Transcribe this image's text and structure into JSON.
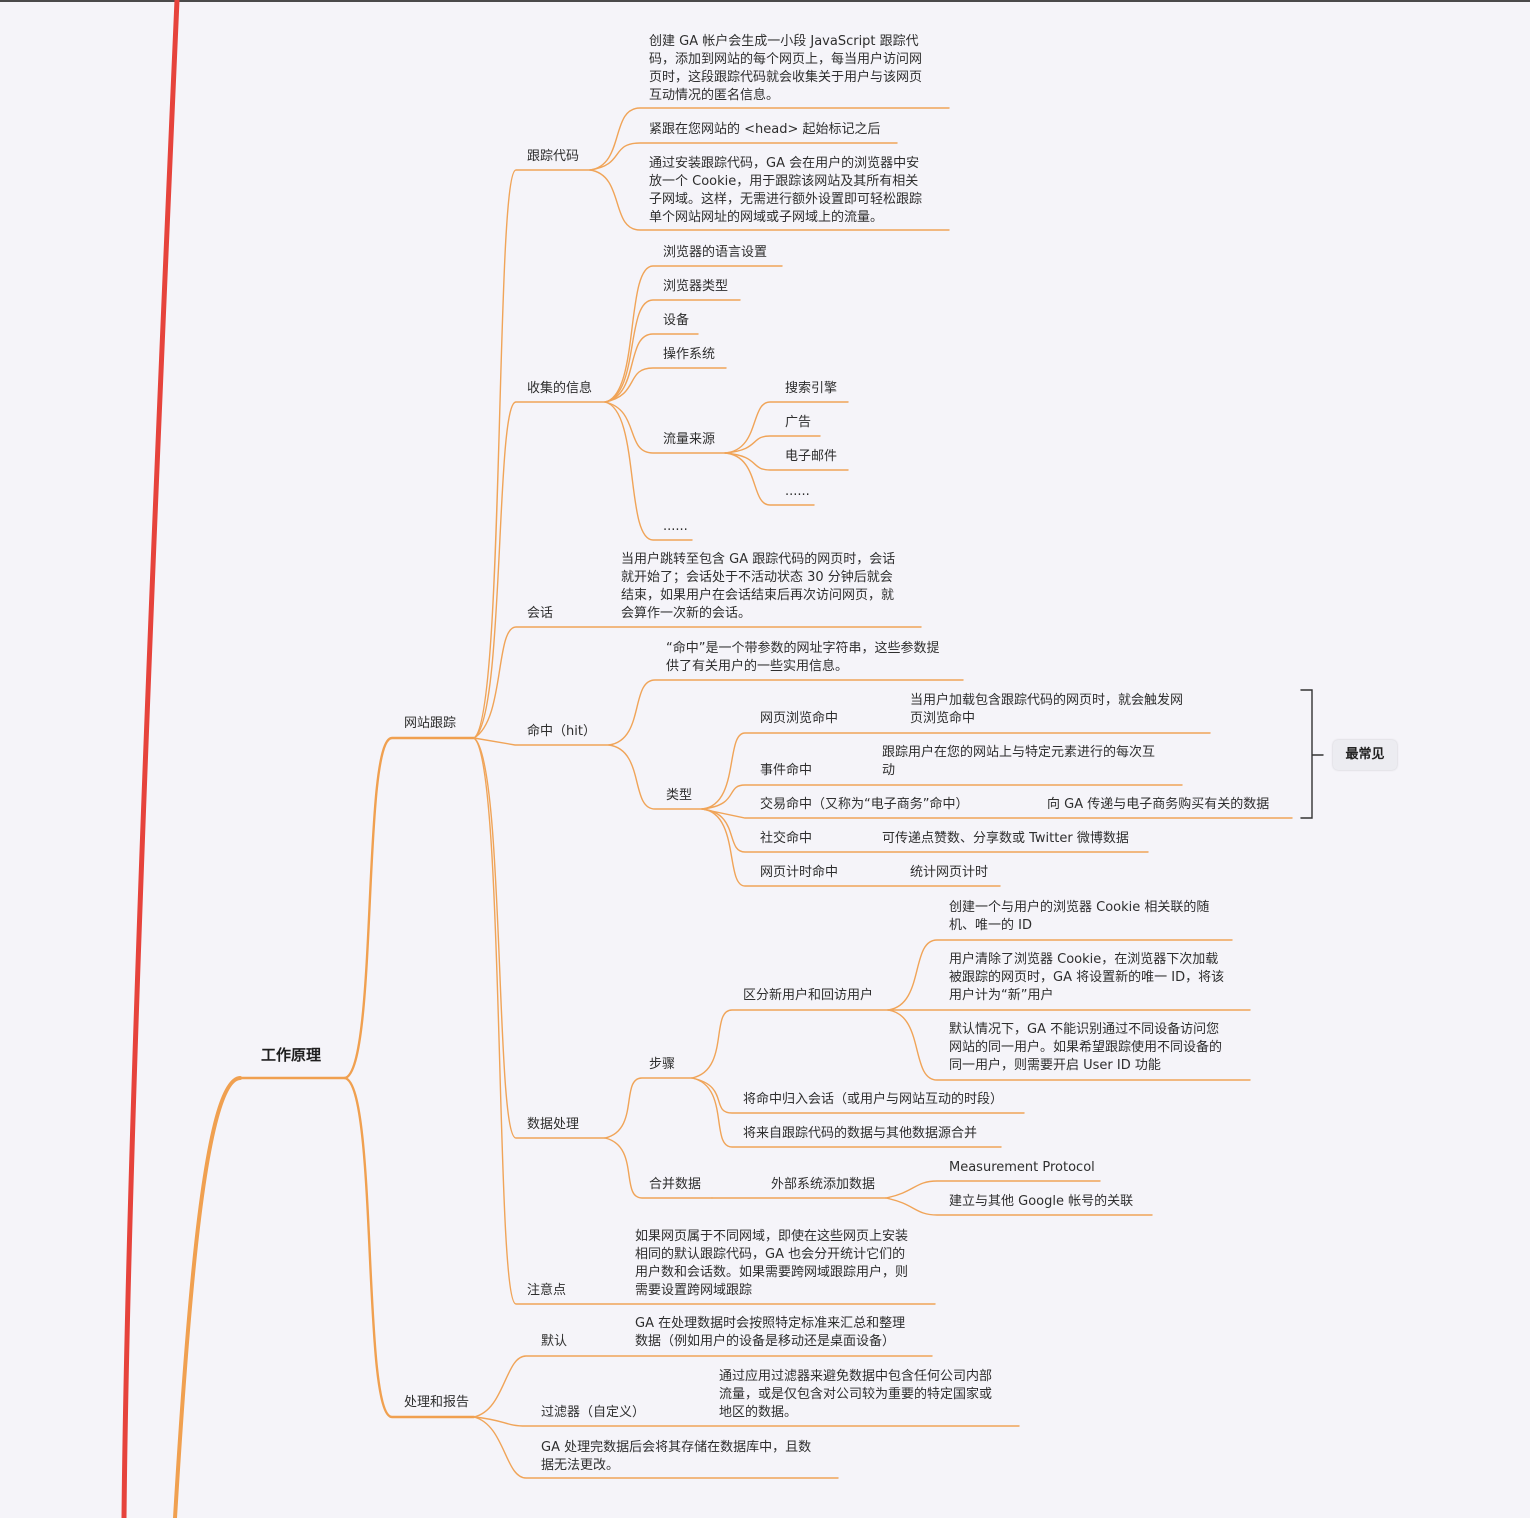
{
  "mindmap": {
    "root": "工作原理",
    "website_tracking": {
      "label": "网站跟踪",
      "tracking_code": {
        "label": "跟踪代码",
        "desc1": "创建 GA 帐户会生成一小段 JavaScript 跟踪代\n码，添加到网站的每个网页上，每当用户访问网\n页时，这段跟踪代码就会收集关于用户与该网页\n互动情况的匿名信息。",
        "desc2": "紧跟在您网站的 <head> 起始标记之后",
        "desc3": "通过安装跟踪代码，GA 会在用户的浏览器中安\n放一个 Cookie，用于跟踪该网站及其所有相关\n子网域。这样，无需进行额外设置即可轻松跟踪\n单个网站网址的网域或子网域上的流量。"
      },
      "collected_info": {
        "label": "收集的信息",
        "browser_language": "浏览器的语言设置",
        "browser_type": "浏览器类型",
        "device": "设备",
        "os": "操作系统",
        "traffic_source": {
          "label": "流量来源",
          "items": [
            "搜索引擎",
            "广告",
            "电子邮件",
            "......"
          ]
        },
        "more": "......"
      },
      "session": {
        "label": "会话",
        "desc": "当用户跳转至包含 GA 跟踪代码的网页时，会话\n就开始了；会话处于不活动状态 30 分钟后就会\n结束，如果用户在会话结束后再次访问网页，就\n会算作一次新的会话。"
      },
      "hit": {
        "label": "命中（hit）",
        "desc": "“命中”是一个带参数的网址字符串，这些参数提\n供了有关用户的一些实用信息。",
        "types": {
          "label": "类型",
          "pageview": {
            "label": "网页浏览命中",
            "desc": "当用户加载包含跟踪代码的网页时，就会触发网\n页浏览命中"
          },
          "event": {
            "label": "事件命中",
            "desc": "跟踪用户在您的网站上与特定元素进行的每次互\n动"
          },
          "transaction": {
            "label": "交易命中（又称为“电子商务”命中）",
            "desc": "向 GA 传递与电子商务购买有关的数据"
          },
          "social": {
            "label": "社交命中",
            "desc": "可传递点赞数、分享数或 Twitter 微博数据"
          },
          "timing": {
            "label": "网页计时命中",
            "desc": "统计网页计时"
          }
        },
        "most_common": "最常见"
      },
      "data_processing": {
        "label": "数据处理",
        "steps": {
          "label": "步骤",
          "distinguish": {
            "label": "区分新用户和回访用户",
            "desc1": "创建一个与用户的浏览器 Cookie 相关联的随\n机、唯一的 ID",
            "desc2": "用户清除了浏览器 Cookie，在浏览器下次加载\n被跟踪的网页时，GA 将设置新的唯一 ID，将该\n用户计为“新”用户",
            "desc3": "默认情况下，GA 不能识别通过不同设备访问您\n网站的同一用户。如果希望跟踪使用不同设备的\n同一用户，则需要开启 User ID 功能"
          },
          "group_hits": "将命中归入会话（或用户与网站互动的时段）",
          "merge_sources": "将来自跟踪代码的数据与其他数据源合并"
        },
        "merge": {
          "label": "合并数据",
          "external": {
            "label": "外部系统添加数据",
            "items": [
              "Measurement Protocol",
              "建立与其他 Google 帐号的关联"
            ]
          }
        }
      },
      "notes": {
        "label": "注意点",
        "desc": "如果网页属于不同网域，即使在这些网页上安装\n相同的默认跟踪代码，GA 也会分开统计它们的\n用户数和会话数。如果需要跨网域跟踪用户，则\n需要设置跨网域跟踪"
      }
    },
    "processing_reporting": {
      "label": "处理和报告",
      "default": {
        "label": "默认",
        "desc": "GA 在处理数据时会按照特定标准来汇总和整理\n数据（例如用户的设备是移动还是桌面设备）"
      },
      "filters": {
        "label": "过滤器（自定义）",
        "desc": "通过应用过滤器来避免数据中包含任何公司内部\n流量，或是仅包含对公司较为重要的特定国家或\n地区的数据。"
      },
      "storage": "GA 处理完数据后会将其存储在数据库中，且数\n据无法更改。"
    }
  },
  "colors": {
    "background": "#f5f4f9",
    "branch_orange": "#f0a458",
    "main_branch_orange": "#f0a050",
    "red_branch": "#e6433c",
    "text": "#2e2e2e"
  }
}
